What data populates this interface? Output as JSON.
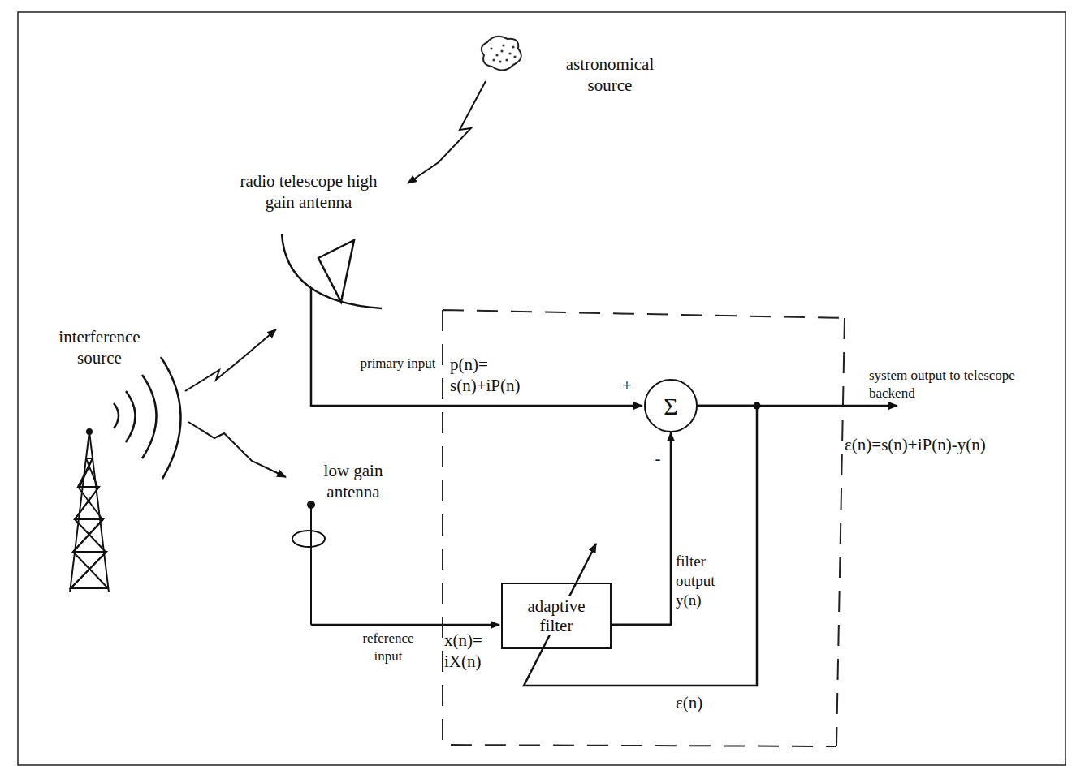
{
  "diagram": {
    "nodes": [
      {
        "text": [
          "Σ"
        ]
      },
      {
        "text": [
          "adaptive filter"
        ]
      }
    ],
    "edges": [
      {
        "from": 1,
        "to": 0,
        "arrow": "to"
      },
      {
        "from": 0,
        "to": 1,
        "arrow": "none"
      }
    ],
    "labels": [
      "astronomical source",
      "radio telescope high gain antenna",
      "interference source",
      "low gain antenna",
      "primary input",
      "p(n)= s(n)+iP(n)",
      "+",
      "-",
      "system output to telescope backend",
      "ε(n)=s(n)+iP(n)-y(n)",
      "filter output y(n)",
      "reference input",
      "x(n)= iX(n)",
      "ε(n)"
    ]
  }
}
